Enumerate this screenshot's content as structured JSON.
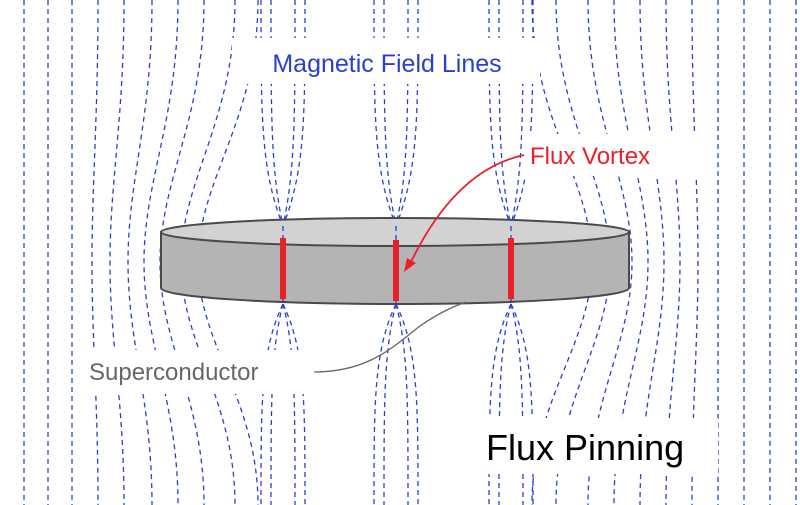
{
  "labels": {
    "field_lines": "Magnetic Field Lines",
    "vortex": "Flux Vortex",
    "superconductor": "Superconductor",
    "title": "Flux Pinning"
  },
  "colors": {
    "field_line": "#2a3fcf",
    "vortex": "#e8202a",
    "disk_side": "#b4b4b4",
    "disk_top": "#d2d2d2",
    "disk_edge": "#4a4a4a",
    "superconductor_label": "#666666",
    "title": "#000000"
  },
  "vortex_count": 3
}
